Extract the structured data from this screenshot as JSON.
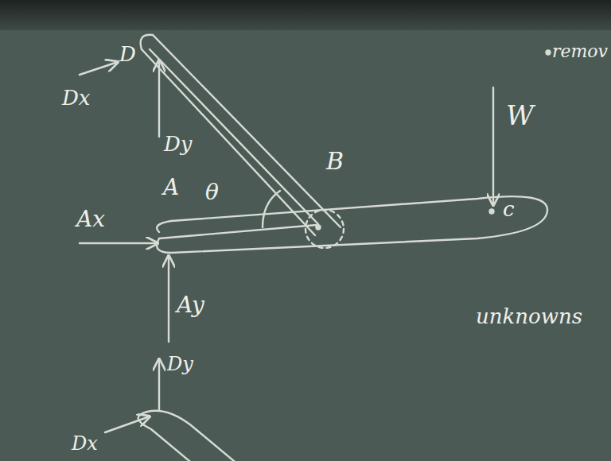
{
  "diagram": {
    "labels": [
      "D",
      "Dx",
      "Dy",
      "A",
      "θ",
      "B",
      "W",
      "c",
      "Ax",
      "Ay",
      "Dy",
      "Dx",
      "remov",
      "unknowns"
    ]
  }
}
